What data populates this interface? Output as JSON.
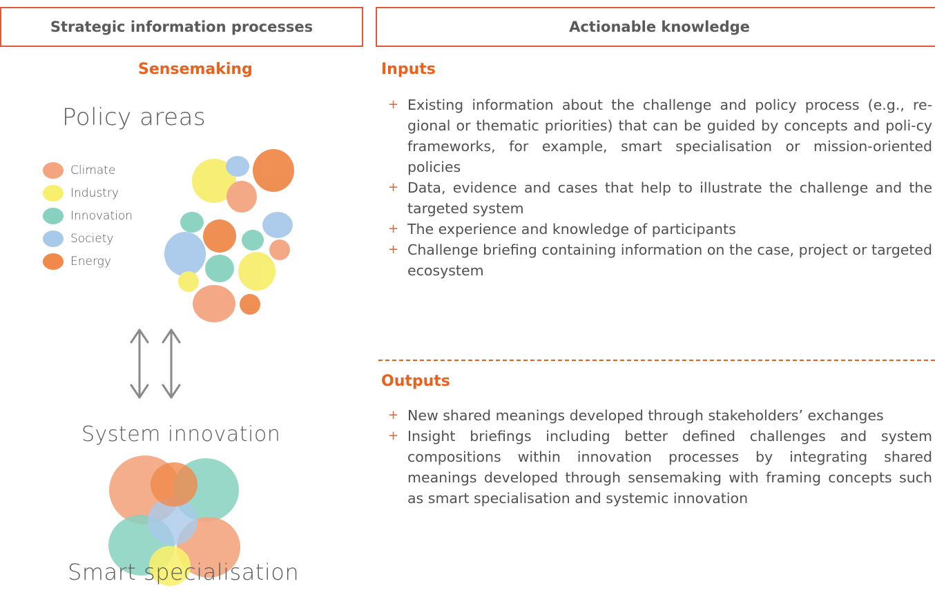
{
  "header": {
    "left": "Strategic information processes",
    "right": "Actionable knowledge"
  },
  "left_panel": {
    "title": "Sensemaking",
    "policy_areas_title": "Policy areas",
    "legend": [
      {
        "label": "Climate",
        "color": "#f4a580"
      },
      {
        "label": "Industry",
        "color": "#f7ef6e"
      },
      {
        "label": "Innovation",
        "color": "#86d1bf"
      },
      {
        "label": "Society",
        "color": "#a9c9ea"
      },
      {
        "label": "Energy",
        "color": "#f08a4b"
      }
    ],
    "system_innovation_title": "System innovation",
    "smart_specialisation_title": "Smart specialisation"
  },
  "right_panel": {
    "inputs_title": "Inputs",
    "inputs": [
      "Existing information about the challenge and policy process (e.g., re-gional or thematic priorities) that can be guided by concepts and poli-cy frameworks, for example, smart specialisation or mission-oriented policies",
      "Data, evidence and cases that help to illustrate the challenge and the targeted system",
      "The experience and knowledge of participants",
      "Challenge briefing containing information on the case, project or targeted ecosystem"
    ],
    "outputs_title": "Outputs",
    "outputs": [
      "New shared meanings developed through stakeholders’ exchanges",
      "Insight briefings including better defined challenges and system compositions within innovation processes by integrating shared meanings developed through sensemaking with framing concepts such as smart specialisation and systemic innovation"
    ],
    "bullet_symbol": "+"
  },
  "colors": {
    "accent": "#e8611d",
    "border": "#e0593a",
    "text": "#505050"
  }
}
